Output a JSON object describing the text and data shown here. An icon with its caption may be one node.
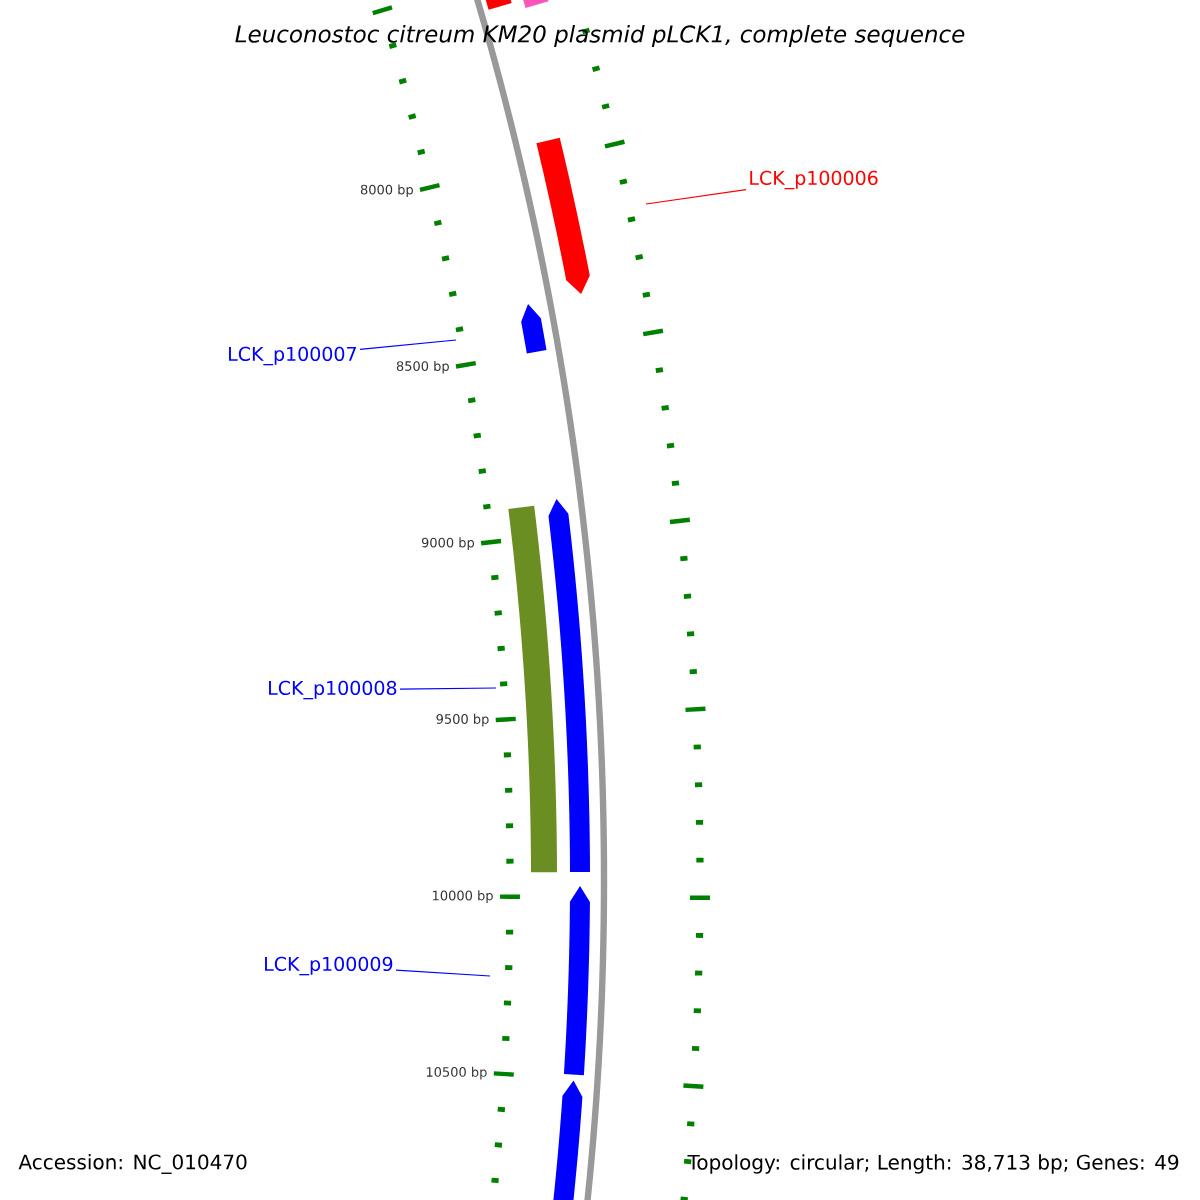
{
  "diagram": {
    "title": "*Leuconostoc citreum* KM20 plasmid pLCK1, complete sequence",
    "nodes": [
      {
        "text": [],
        "shape": "bar"
      },
      {
        "text": [],
        "shape": "bar"
      },
      {
        "text": [
          "LCK_p100006"
        ]
      },
      {
        "text": [],
        "shape": "bar"
      },
      {
        "text": [
          "LCK_p100007"
        ]
      },
      {
        "text": [],
        "shape": "bar"
      },
      {
        "text": [
          "LCK_p100008"
        ]
      },
      {
        "text": [],
        "shape": "bar"
      },
      {
        "text": [],
        "shape": "bar"
      },
      {
        "text": [
          "LCK_p100009"
        ]
      },
      {
        "text": [],
        "shape": "bar"
      },
      {
        "text": [],
        "shape": "bar"
      }
    ],
    "edges": [
      {
        "from": 2,
        "to": 3,
        "arrow": "none",
        "color": "#ff0000"
      },
      {
        "from": 4,
        "to": 5,
        "arrow": "none"
      },
      {
        "from": 6,
        "to": 7,
        "arrow": "none"
      },
      {
        "from": 9,
        "to": 10,
        "arrow": "none"
      }
    ],
    "labels": [
      "8000 bp",
      "8500 bp",
      "9000 bp",
      "9500 bp",
      "10000 bp",
      "10500 bp",
      "Accession: NC_010470",
      "Topology: circular; Length: 38,713 bp; Genes: 49"
    ]
  }
}
